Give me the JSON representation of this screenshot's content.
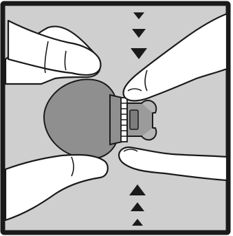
{
  "figure": {
    "border_color": "#1a1a1a",
    "background_color": "#cfcfcf",
    "hand_fill": "#ffffff",
    "line_color": "#1a1a1a",
    "cap_fill": "#8f8f8f",
    "part_fill": "#9b9b9b",
    "arrow_color": "#1a1a1a",
    "arrows_top": [
      "arrow-down-small",
      "arrow-down-medium",
      "arrow-down-large"
    ],
    "arrows_bottom": [
      "arrow-up-large",
      "arrow-up-medium",
      "arrow-up-small"
    ]
  }
}
